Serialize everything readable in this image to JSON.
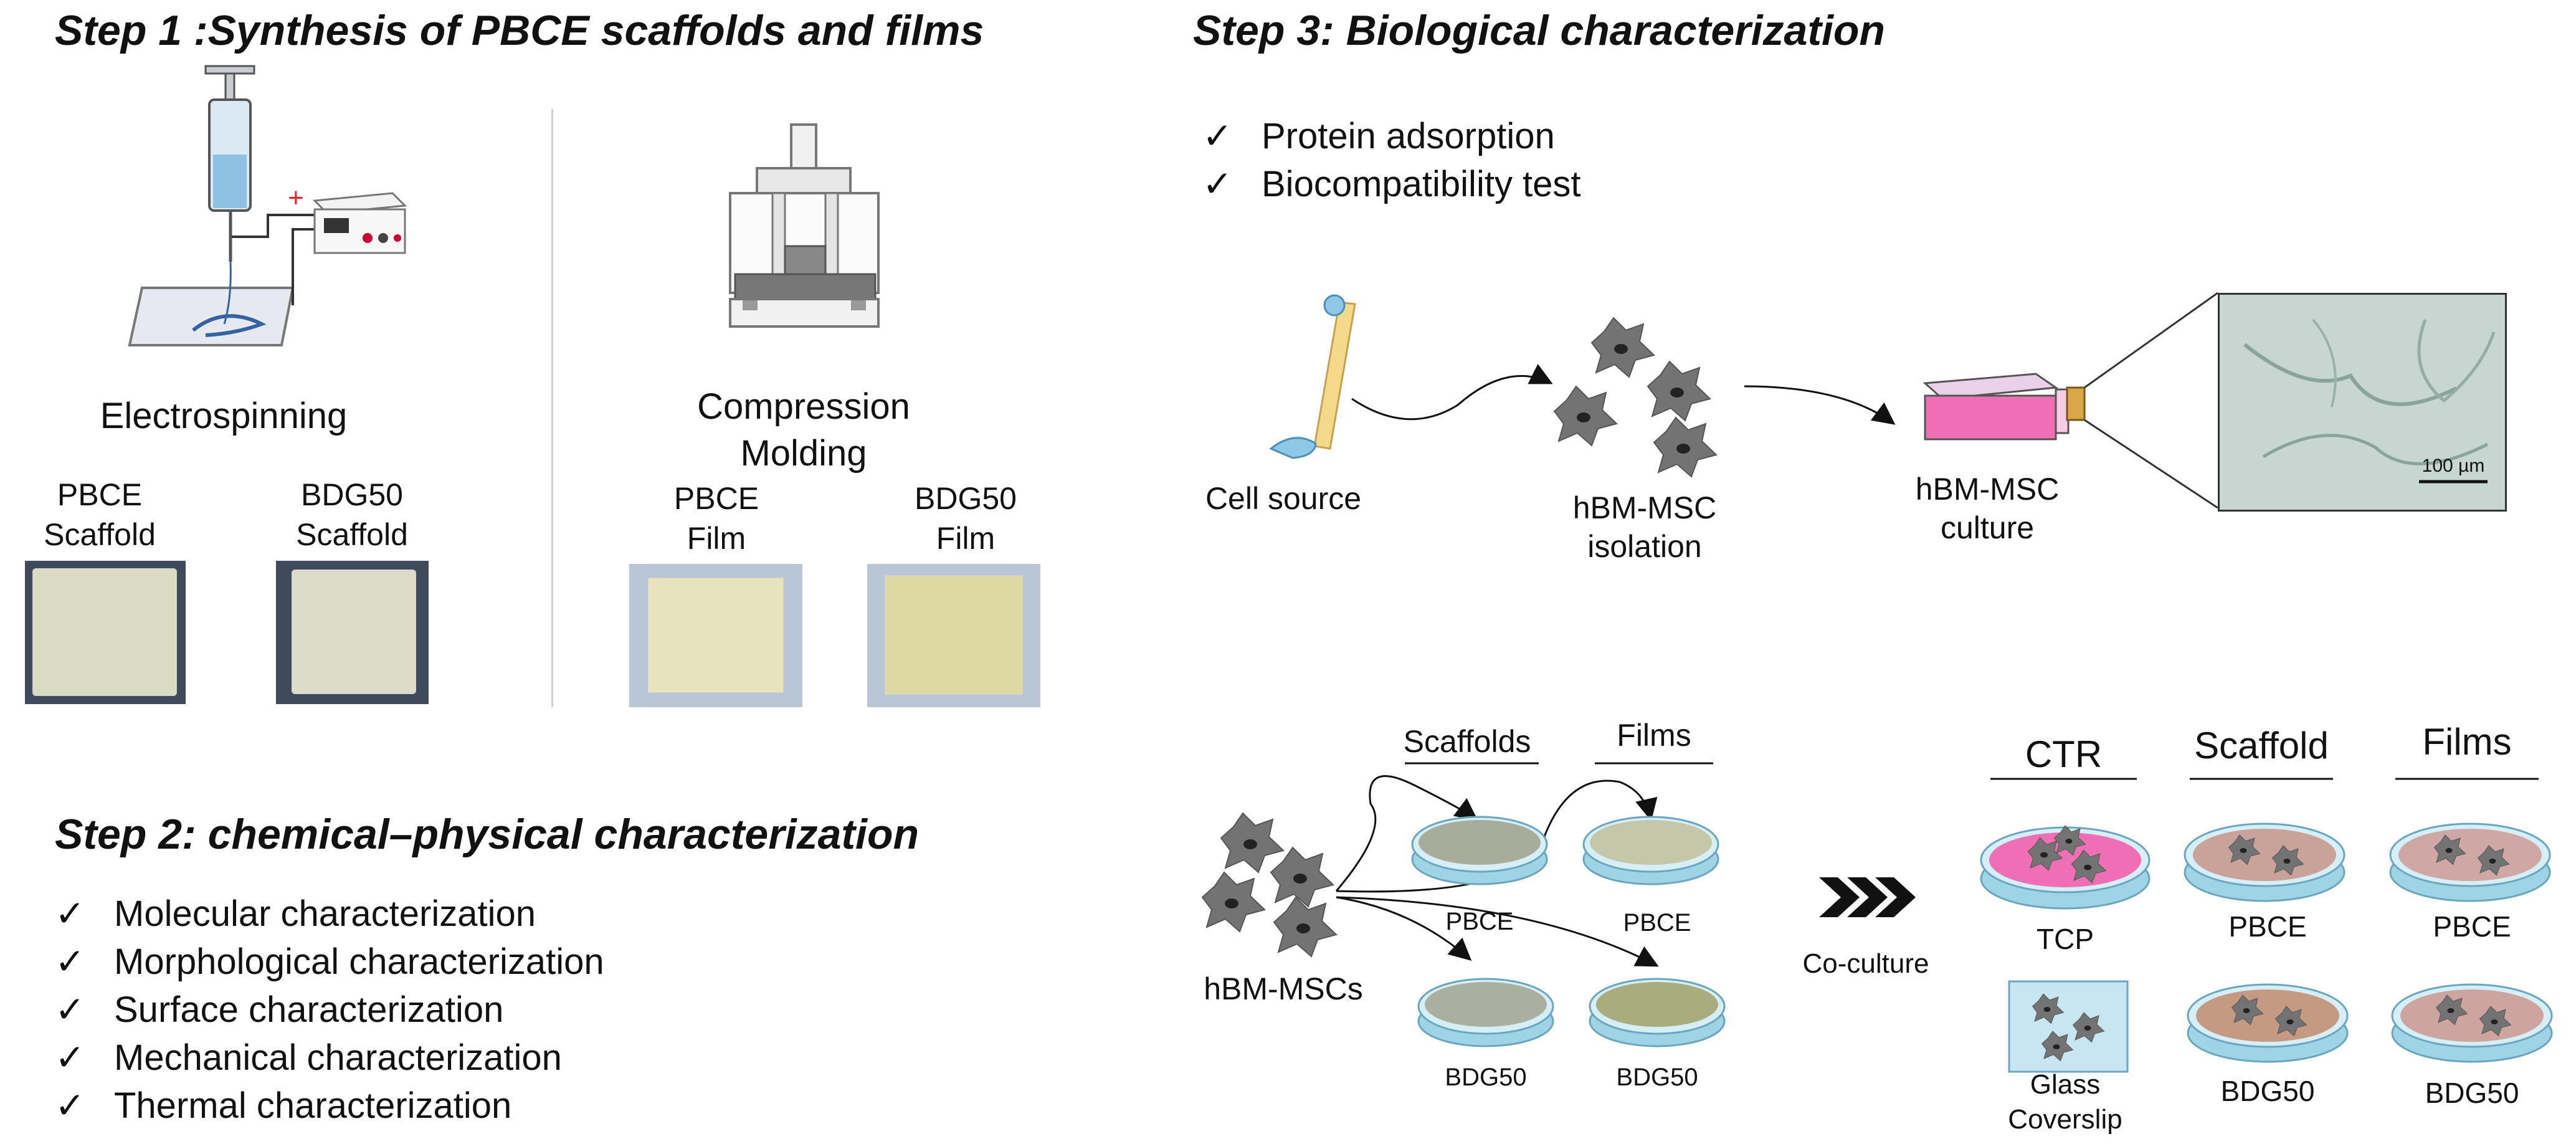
{
  "step1": {
    "title": "Step 1 :Synthesis of PBCE scaffolds and films",
    "electrospinning": "Electrospinning",
    "compression": [
      "Compression",
      "Molding"
    ],
    "samples": [
      {
        "line1": "PBCE",
        "line2": "Scaffold",
        "color": "#d9dcc3"
      },
      {
        "line1": "BDG50",
        "line2": "Scaffold",
        "color": "#dcdcc8"
      },
      {
        "line1": "PBCE",
        "line2": "Film",
        "color": "#e6e3bd"
      },
      {
        "line1": "BDG50",
        "line2": "Film",
        "color": "#dcd9a2"
      }
    ]
  },
  "step2": {
    "title": "Step 2: chemical–physical characterization",
    "items": [
      "Molecular characterization",
      "Morphological characterization",
      "Surface characterization",
      "Mechanical characterization",
      "Thermal characterization"
    ]
  },
  "step3": {
    "title": "Step 3: Biological characterization",
    "items": [
      "Protein adsorption",
      "Biocompatibility test"
    ],
    "cell_source": "Cell source",
    "isolation": [
      "hBM-MSC",
      "isolation"
    ],
    "culture": [
      "hBM-MSC",
      "culture"
    ],
    "scale_bar": "100 µm",
    "hbm_mscs": "hBM-MSCs",
    "scaffolds": "Scaffolds",
    "films": "Films",
    "dish_pbce": "PBCE",
    "dish_bdg50": "BDG50",
    "coculture": "Co-culture",
    "ctr": "CTR",
    "scaffold": "Scaffold",
    "films2": "Films",
    "tcp": "TCP",
    "glass": [
      "Glass",
      "Coverslip"
    ],
    "pbce": "PBCE",
    "bdg50": "BDG50"
  },
  "colors": {
    "accent_pink": "#ee6fb4",
    "dish_blue": "#bfe4f0",
    "cell_gray": "#737373"
  }
}
